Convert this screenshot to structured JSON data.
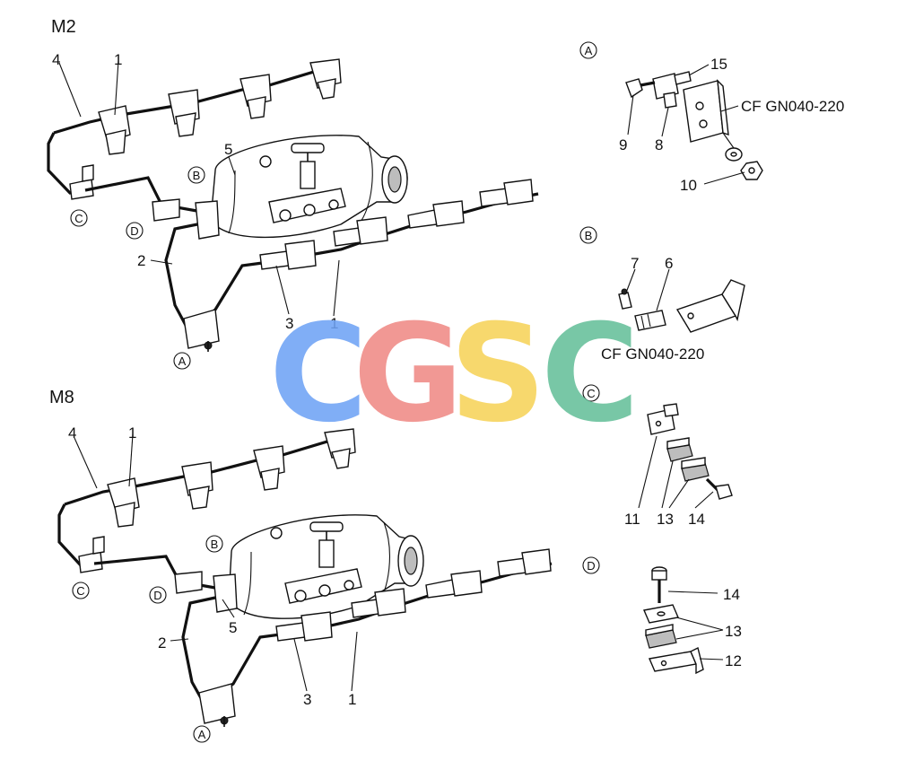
{
  "sections": [
    {
      "title": "M2",
      "parts": {
        "p1": "1",
        "p2": "2",
        "p3": "3",
        "p4": "4",
        "p5": "5"
      },
      "views": {
        "a": "A",
        "b": "B",
        "c": "C",
        "d": "D"
      }
    },
    {
      "title": "M8",
      "parts": {
        "p1": "1",
        "p2": "2",
        "p3": "3",
        "p4": "4",
        "p5": "5"
      },
      "views": {
        "a": "A",
        "b": "B",
        "c": "C",
        "d": "D"
      }
    }
  ],
  "details": {
    "a": {
      "view": "A",
      "p15": "15",
      "p9": "9",
      "p8": "8",
      "p10": "10",
      "ref": "CF  GN040-220"
    },
    "b": {
      "view": "B",
      "p7": "7",
      "p6": "6",
      "ref": "CF  GN040-220"
    },
    "c": {
      "view": "C",
      "p11": "11",
      "p13": "13",
      "p14": "14"
    },
    "d": {
      "view": "D",
      "p14": "14",
      "p13": "13",
      "p12": "12"
    }
  },
  "watermark": {
    "letters": [
      "C",
      "G",
      "S",
      "C"
    ],
    "colors": [
      "#6fa3f5",
      "#f08a86",
      "#f7d35a",
      "#66c09a"
    ]
  }
}
